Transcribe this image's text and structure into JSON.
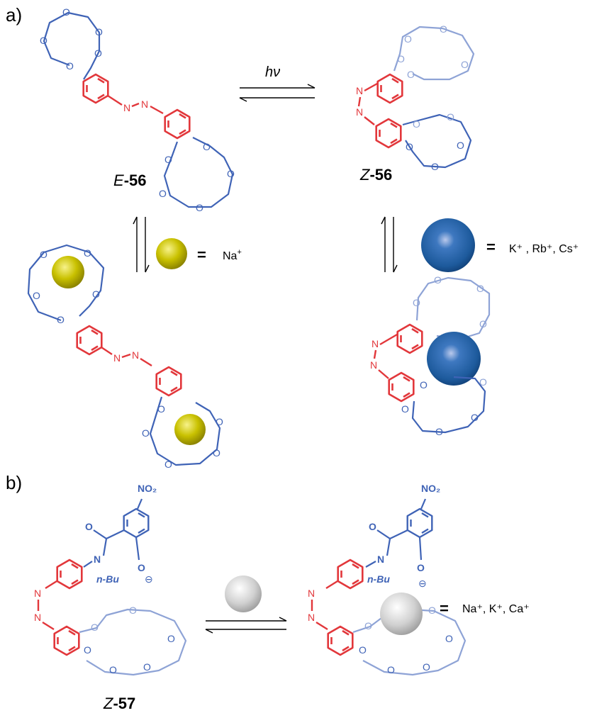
{
  "colors": {
    "azo": "#e2373b",
    "crown": "#3f63b6",
    "crown_light": "#8ea3d6",
    "na_ball": "#c8c000",
    "k_ball": "#1d5a9c",
    "generic_ball": "#bfbfbf"
  },
  "panel_a": {
    "label": "a)",
    "photo_label": "hν",
    "e_compound": {
      "prefix": "E",
      "number": "-56"
    },
    "z_compound": {
      "prefix": "Z",
      "number": "-56"
    },
    "na_legend": {
      "equals": "=",
      "ion_base": "Na",
      "ion_sup": "+"
    },
    "k_legend": {
      "equals": "=",
      "text": "K⁺ , Rb⁺, Cs⁺"
    }
  },
  "panel_b": {
    "label": "b)",
    "z_compound": {
      "prefix": "Z",
      "number": "-57"
    },
    "ion_legend": {
      "equals": "=",
      "text": "Na⁺, K⁺, Ca⁺"
    }
  },
  "atoms": {
    "oxygen": "O",
    "nitrogen": "N",
    "nitro": "NO₂",
    "butyl": "n-Bu",
    "charge": "⊖"
  }
}
